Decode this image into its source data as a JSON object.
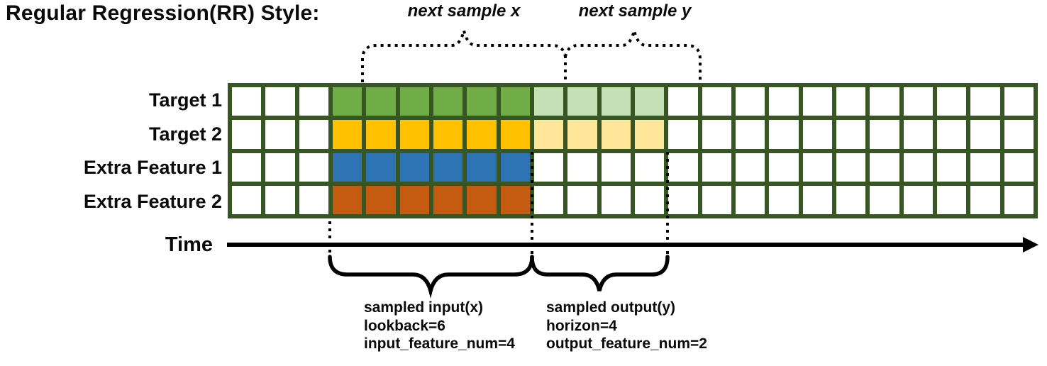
{
  "title": "Regular Regression(RR) Style:",
  "colors": {
    "grid_border": "#375623",
    "green": "#70AD47",
    "green_light": "#C5E0B4",
    "gold": "#FFC000",
    "gold_light": "#FFE699",
    "blue": "#2E74B5",
    "orange": "#C55A11",
    "cell_empty": "#FFFFFF",
    "ink": "#000000"
  },
  "top_annotations": {
    "next_sample_x": "next sample x",
    "next_sample_y": "next sample y"
  },
  "grid": {
    "num_columns": 24,
    "num_rows": 4,
    "rows": [
      {
        "label": "Target 1",
        "solid_color": "green",
        "solid_range": [
          3,
          8
        ],
        "light_color": "green_light",
        "light_range": [
          9,
          12
        ]
      },
      {
        "label": "Target 2",
        "solid_color": "gold",
        "solid_range": [
          3,
          8
        ],
        "light_color": "gold_light",
        "light_range": [
          9,
          12
        ]
      },
      {
        "label": "Extra Feature 1",
        "solid_color": "blue",
        "solid_range": [
          3,
          8
        ]
      },
      {
        "label": "Extra Feature 2",
        "solid_color": "orange",
        "solid_range": [
          3,
          8
        ]
      }
    ]
  },
  "time_axis": {
    "label": "Time"
  },
  "bottom_annotations": {
    "input": {
      "lines": [
        "sampled input(x)",
        "lookback=6",
        "input_feature_num=4"
      ]
    },
    "output": {
      "lines": [
        "sampled output(y)",
        "horizon=4",
        "output_feature_num=2"
      ]
    }
  },
  "parameters": {
    "lookback": 6,
    "horizon": 4,
    "input_feature_num": 4,
    "output_feature_num": 2
  }
}
